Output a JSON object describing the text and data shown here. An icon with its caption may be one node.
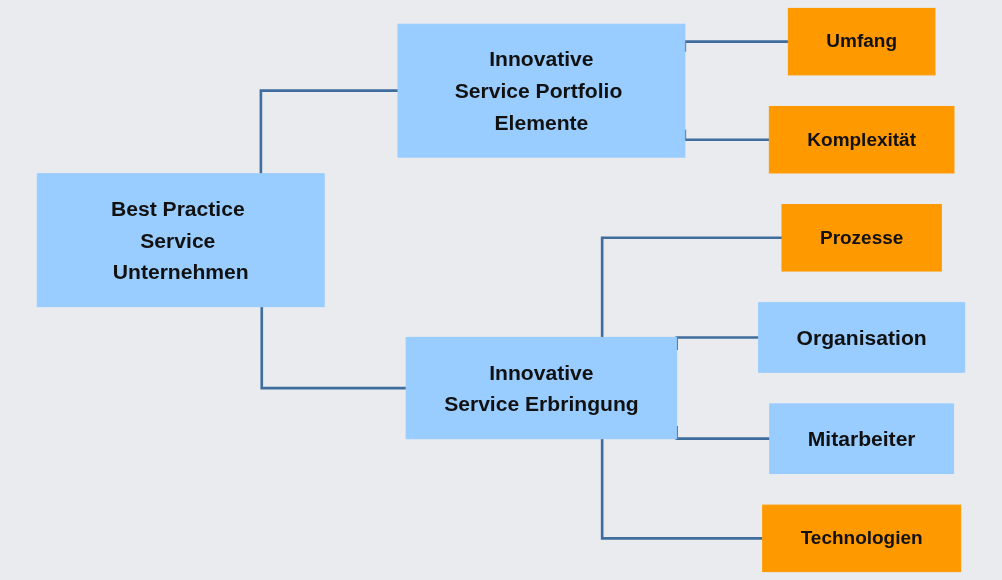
{
  "diagram": {
    "nodes": [
      {
        "text": [
          "Best Practice Service Unternehmen"
        ]
      },
      {
        "text": [
          "Innovative",
          "Service Portfolio Elemente"
        ]
      },
      {
        "text": [
          "Umfang"
        ]
      },
      {
        "text": [
          "Komplexität"
        ]
      },
      {
        "text": [
          "Innovative",
          "Service Erbringung"
        ]
      },
      {
        "text": [
          "Prozesse"
        ]
      },
      {
        "text": [
          "Organisation"
        ]
      },
      {
        "text": [
          "Mitarbeiter"
        ]
      },
      {
        "text": [
          "Technologien"
        ]
      }
    ],
    "edges": [
      {
        "from": 0,
        "to": 1,
        "arrow": "none"
      },
      {
        "from": 0,
        "to": 4,
        "arrow": "none"
      },
      {
        "from": 1,
        "to": 2,
        "arrow": "none"
      },
      {
        "from": 1,
        "to": 3,
        "arrow": "none"
      },
      {
        "from": 4,
        "to": 5,
        "arrow": "none"
      },
      {
        "from": 4,
        "to": 6,
        "arrow": "none"
      },
      {
        "from": 4,
        "to": 7,
        "arrow": "none"
      },
      {
        "from": 4,
        "to": 8,
        "arrow": "none"
      }
    ]
  }
}
